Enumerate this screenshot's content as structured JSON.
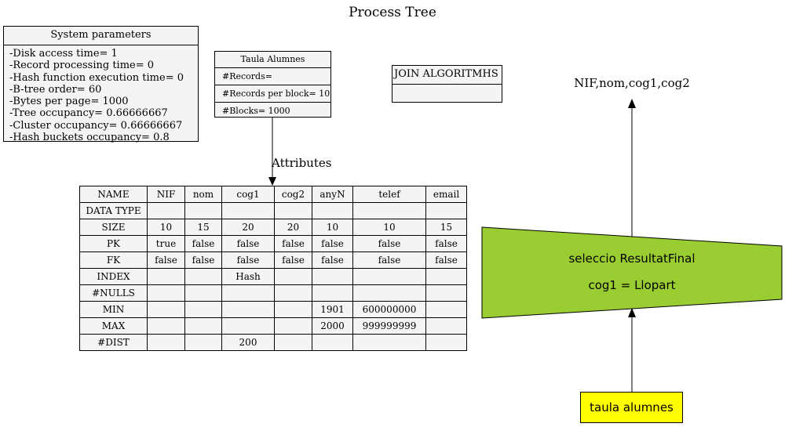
{
  "title": "Process Tree",
  "system_parameters": {
    "header": "System parameters",
    "lines": [
      "-Disk access time= 1",
      "-Record processing time= 0",
      "-Hash function execution time= 0",
      "-B-tree order= 60",
      "-Bytes per page= 1000",
      "-Tree occupancy= 0.66666667",
      "-Cluster occupancy= 0.66666667",
      "-Hash buckets occupancy= 0.8"
    ]
  },
  "table_box": {
    "header": "Taula Alumnes",
    "rows": [
      "#Records=",
      "#Records per block= 10",
      "#Blocks= 1000"
    ]
  },
  "join_box": {
    "header": "JOIN ALGORITMHS"
  },
  "attributes_label": "Attributes",
  "attributes_table": {
    "header": [
      "NAME",
      "NIF",
      "nom",
      "cog1",
      "cog2",
      "anyN",
      "telef",
      "email"
    ],
    "rows": [
      [
        "DATA TYPE",
        "",
        "",
        "",
        "",
        "",
        "",
        ""
      ],
      [
        "SIZE",
        "10",
        "15",
        "20",
        "20",
        "10",
        "10",
        "15"
      ],
      [
        "PK",
        "true",
        "false",
        "false",
        "false",
        "false",
        "false",
        "false"
      ],
      [
        "FK",
        "false",
        "false",
        "false",
        "false",
        "false",
        "false",
        "false"
      ],
      [
        "INDEX",
        "",
        "",
        "Hash",
        "",
        "",
        "",
        ""
      ],
      [
        "#NULLS",
        "",
        "",
        "",
        "",
        "",
        "",
        ""
      ],
      [
        "MIN",
        "",
        "",
        "",
        "",
        "1901",
        "600000000",
        ""
      ],
      [
        "MAX",
        "",
        "",
        "",
        "",
        "2000",
        "999999999",
        ""
      ],
      [
        "#DIST",
        "",
        "",
        "200",
        "",
        "",
        "",
        ""
      ]
    ]
  },
  "nodes": {
    "source": {
      "label": "taula alumnes",
      "color": "#ffff00"
    },
    "selection": {
      "line1": "seleccio ResultatFinal",
      "line2": "cog1 = Llopart",
      "color": "#9acd32"
    },
    "output": {
      "label": "NIF,nom,cog1,cog2"
    }
  }
}
